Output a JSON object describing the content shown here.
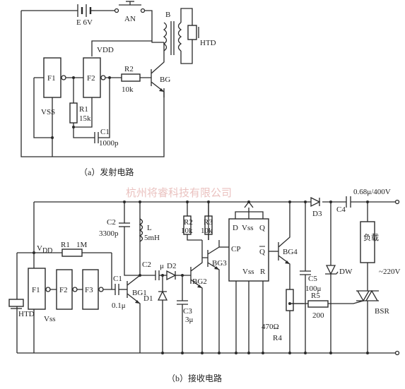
{
  "watermark": "杭州将睿科技有限公司",
  "transmitter": {
    "caption": "（a）发射电路",
    "battery": "E 6V",
    "switch": "AN",
    "transformer": "B",
    "htd": "HTD",
    "vdd": "VDD",
    "vss": "VSS",
    "gate1": "F1",
    "gate2": "F2",
    "r1_name": "R1",
    "r1_value": "15k",
    "r2_name": "R2",
    "r2_value": "10k",
    "c1": "C1",
    "c1_value": "1000p",
    "transistor": "BG"
  },
  "receiver": {
    "caption": "（b）接收电路",
    "vdd": "V",
    "vdd_sub": "DD",
    "r1_name": "R1",
    "r1_value": "1M",
    "gate1": "F1",
    "gate2": "F2",
    "gate3": "F3",
    "vss": "Vss",
    "htd": "HTD",
    "c1": "C1",
    "c1_value": "0.1μ",
    "bg1": "BG1",
    "c2_tank": "C2",
    "c2_tank_value": "3300p",
    "l": "L",
    "l_value": "5mH",
    "c2": "C2",
    "c2_unit": "μ",
    "d2": "D2",
    "d1": "D1",
    "c3": "C3",
    "c3_value": "3μ",
    "bg2": "BG2",
    "r2": "R2",
    "r2_value": "10k",
    "r3": "R3",
    "r3_value": "10k",
    "bg3": "BG3",
    "ff_d": "D",
    "ff_vss_top": "Vss",
    "ff_q": "Q",
    "ff_cp": "CP",
    "ff_qbar": "Q",
    "ff_vss": "Vss",
    "ff_r": "R",
    "bg4": "BG4",
    "r4_value": "470Ω",
    "r4": "R4",
    "d3": "D3",
    "c4": "C4",
    "c4_value": "0.68μ/400V",
    "c5": "C5",
    "c5_value": "100μ",
    "dw": "DW",
    "r5": "R5",
    "r5_value": "200",
    "load": "负载",
    "mains": "~220V",
    "triac": "BSR"
  }
}
